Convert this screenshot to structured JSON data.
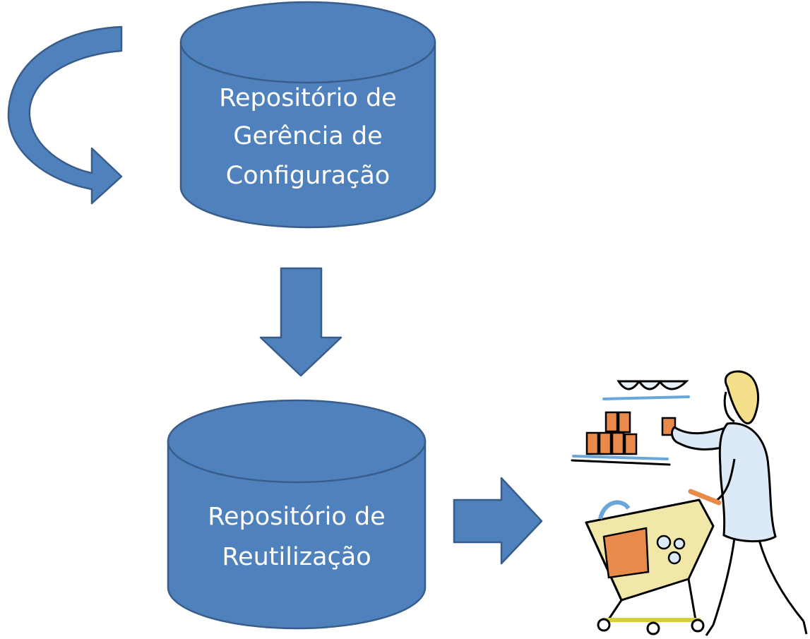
{
  "diagram": {
    "top_cylinder": {
      "lines": [
        "Repositório de",
        "Gerência de",
        "Configuração"
      ]
    },
    "bottom_cylinder": {
      "lines": [
        "Repositório de",
        "Reutilização"
      ]
    },
    "clipart": {
      "icon": "shopper-with-cart-icon"
    }
  },
  "colors": {
    "shape_fill": "#4F81BD",
    "shape_stroke": "#385D8A",
    "label_text": "#FFFFFF"
  }
}
